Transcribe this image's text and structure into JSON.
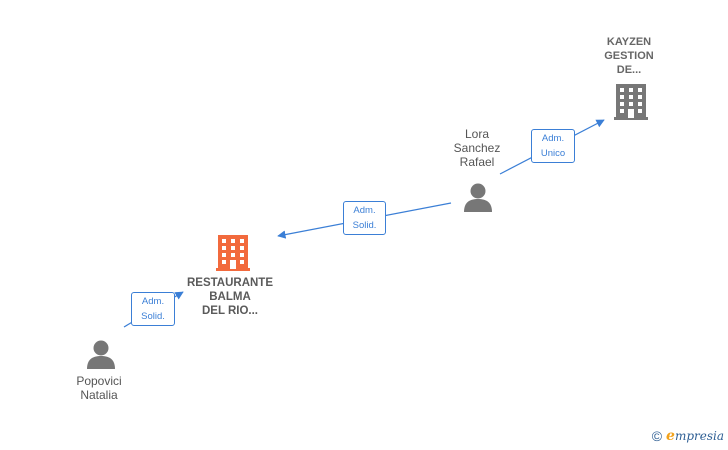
{
  "nodes": {
    "kayzen": {
      "lines": [
        "KAYZEN",
        "GESTION",
        "DE..."
      ],
      "type": "company",
      "color": "#777777"
    },
    "lora": {
      "lines": [
        "Lora",
        "Sanchez",
        "Rafael"
      ],
      "type": "person",
      "color": "#777777"
    },
    "restaurante": {
      "lines": [
        "RESTAURANTE",
        "BALMA",
        "DEL RIO..."
      ],
      "type": "company",
      "color": "#f26a3d"
    },
    "popovici": {
      "lines": [
        "Popovici",
        "Natalia"
      ],
      "type": "person",
      "color": "#777777"
    }
  },
  "edges": {
    "lora_to_kayzen": {
      "lines": [
        "Adm.",
        "Unico"
      ]
    },
    "lora_to_restaurante": {
      "lines": [
        "Adm.",
        "Solid."
      ]
    },
    "popovici_to_restaurante": {
      "lines": [
        "Adm.",
        "Solid."
      ]
    }
  },
  "colors": {
    "edge": "#3b7fd6",
    "person_icon": "#777777",
    "company_icon": "#777777",
    "main_company_icon": "#f26a3d"
  },
  "footer": {
    "copyright": "©",
    "brand_initial": "e",
    "brand_rest": "mpresia"
  }
}
